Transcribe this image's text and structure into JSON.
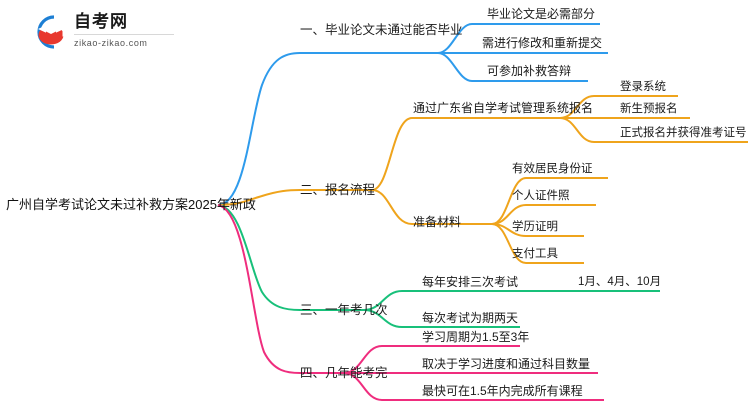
{
  "logo": {
    "name": "zikao-logo",
    "title": "自考网",
    "subtitle": "zikao-zikao.com",
    "arc_color": "#1d7fd4",
    "cap_color": "#e8382e"
  },
  "colors": {
    "branch1": "#2e9bec",
    "branch2": "#efa41c",
    "branch3": "#18c07a",
    "branch4": "#ef2d7e",
    "text": "#1a1a1a"
  },
  "root": {
    "label": "广州自学考试论文未过补救方案2025年新政"
  },
  "branches": [
    {
      "label": "一、毕业论文未通过能否毕业",
      "color": "#2e9bec",
      "children": [
        {
          "label": "毕业论文是必需部分",
          "children": []
        },
        {
          "label": "需进行修改和重新提交",
          "children": []
        },
        {
          "label": "可参加补救答辩",
          "children": []
        }
      ]
    },
    {
      "label": "二、报名流程",
      "color": "#efa41c",
      "children": [
        {
          "label": "通过广东省自学考试管理系统报名",
          "children": [
            {
              "label": "登录系统"
            },
            {
              "label": "新生预报名"
            },
            {
              "label": "正式报名并获得准考证号"
            }
          ]
        },
        {
          "label": "准备材料",
          "children": [
            {
              "label": "有效居民身份证"
            },
            {
              "label": "个人证件照"
            },
            {
              "label": "学历证明"
            },
            {
              "label": "支付工具"
            }
          ]
        }
      ]
    },
    {
      "label": "三、一年考几次",
      "color": "#18c07a",
      "children": [
        {
          "label": "每年安排三次考试",
          "children": [
            {
              "label": "1月、4月、10月"
            }
          ]
        },
        {
          "label": "每次考试为期两天",
          "children": []
        }
      ]
    },
    {
      "label": "四、几年能考完",
      "color": "#ef2d7e",
      "children": [
        {
          "label": "学习周期为1.5至3年",
          "children": []
        },
        {
          "label": "取决于学习进度和通过科目数量",
          "children": []
        },
        {
          "label": "最快可在1.5年内完成所有课程",
          "children": []
        }
      ]
    }
  ]
}
